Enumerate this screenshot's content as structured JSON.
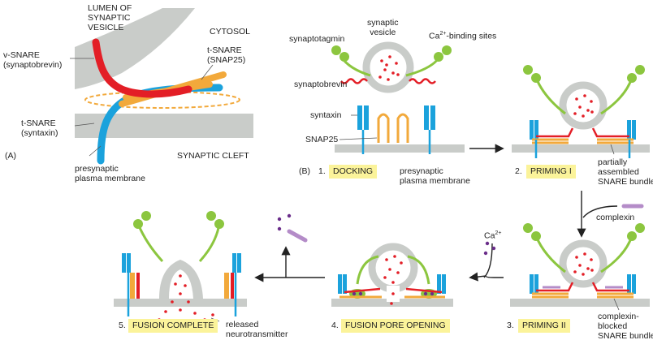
{
  "panel_a": {
    "tag": "(A)",
    "lumen": "LUMEN OF\nSYNAPTIC\nVESICLE",
    "cytosol": "CYTOSOL",
    "vsnare": "v-SNARE\n(synaptobrevin)",
    "tsnare_snap": "t-SNARE\n(SNAP25)",
    "tsnare_syn": "t-SNARE\n(syntaxin)",
    "cleft": "SYNAPTIC CLEFT",
    "membrane": "presynaptic\nplasma membrane"
  },
  "panel_b": {
    "tag": "(B)",
    "synaptotagmin": "synaptotagmin",
    "vesicle": "synaptic\nvesicle",
    "ca_sites_prefix": "Ca",
    "ca_sites_sup": "2+",
    "ca_sites_suffix": "-binding sites",
    "synaptobrevin": "synaptobrevin",
    "syntaxin": "syntaxin",
    "snap25": "SNAP25",
    "membrane": "presynaptic\nplasma membrane",
    "partial_bundle": "partially\nassembled\nSNARE bundle",
    "complexin": "complexin",
    "ca_ion": "Ca",
    "ca_ion_sup": "2+",
    "blocked_bundle": "complexin-\nblocked\nSNARE bundle",
    "released": "released\nneurotransmitter"
  },
  "stages": [
    {
      "num": "1.",
      "name": "DOCKING"
    },
    {
      "num": "2.",
      "name": "PRIMING I"
    },
    {
      "num": "3.",
      "name": "PRIMING II"
    },
    {
      "num": "4.",
      "name": "FUSION PORE OPENING"
    },
    {
      "num": "5.",
      "name": "FUSION COMPLETE"
    }
  ],
  "colors": {
    "membrane": "#c9ccc9",
    "syntaxin": "#1ba2dc",
    "snap25": "#f2a93b",
    "synaptobrevin": "#e31e26",
    "synaptotagmin": "#8cc63f",
    "complexin": "#b48cc8",
    "calcium": "#6a2d8a",
    "highlight": "#fbf39a"
  }
}
